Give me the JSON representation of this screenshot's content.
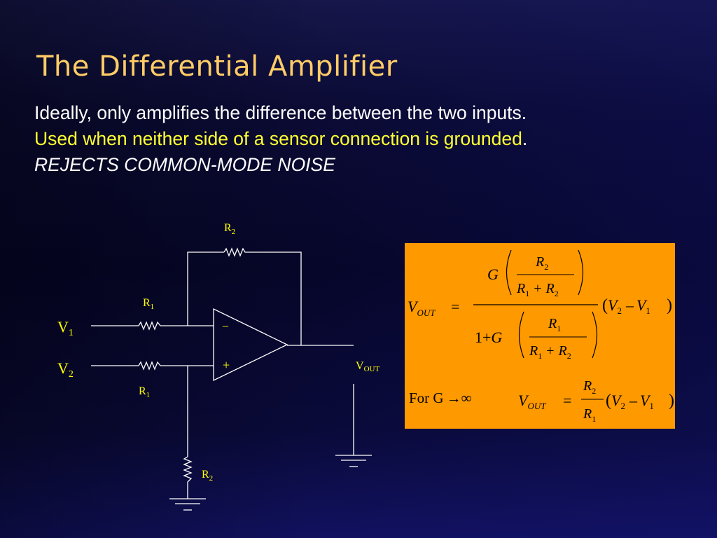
{
  "slide": {
    "title": "The Differential Amplifier",
    "bullets": {
      "line1": "Ideally, only amplifies the difference between the two inputs.",
      "line2": "Used when neither side of a sensor connection is grounded",
      "line2_end": ".",
      "line3": "REJECTS COMMON-MODE NOISE"
    }
  },
  "circuit": {
    "r2_top": "R",
    "r2_top_sub": "2",
    "r1_top": "R",
    "r1_top_sub": "1",
    "r1_bottom": "R",
    "r1_bottom_sub": "1",
    "r2_bottom": "R",
    "r2_bottom_sub": "2",
    "v1": "V",
    "v1_sub": "1",
    "v2": "V",
    "v2_sub": "2",
    "vout": "V",
    "vout_sub": "OUT",
    "minus_sign": "–",
    "plus_sign": "+"
  },
  "formula": {
    "vout_v": "V",
    "vout_sub": "OUT",
    "equals": "=",
    "g": "G",
    "r": "R",
    "sub1": "1",
    "sub2": "2",
    "plus": "+",
    "minus": "–",
    "one_plus": "1+",
    "v": "V",
    "for_g": "For G",
    "arrow_inf": "→∞"
  },
  "colors": {
    "title": "#ffcc66",
    "highlight": "#ffff33",
    "circuit_label": "#ffff00",
    "formula_box": "#ff9900"
  }
}
